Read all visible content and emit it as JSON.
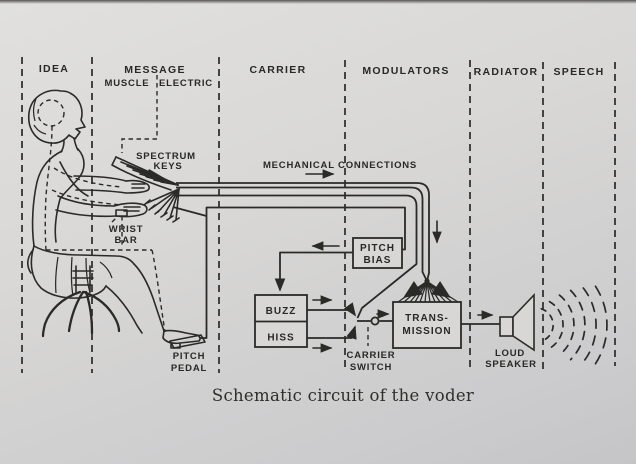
{
  "colors": {
    "paper": "#d9d8d6",
    "paper_dark": "#c6c6c8",
    "ink": "#2a2a27"
  },
  "sections": {
    "labels": [
      "IDEA",
      "MESSAGE",
      "CARRIER",
      "MODULATORS",
      "RADIATOR",
      "SPEECH"
    ],
    "message_sub_left": "MUSCLE",
    "message_sub_right": "ELECTRIC"
  },
  "labels": {
    "spectrum_keys_1": "SPECTRUM",
    "spectrum_keys_2": "KEYS",
    "mechanical_connections": "MECHANICAL CONNECTIONS",
    "wrist_bar_1": "WRIST",
    "wrist_bar_2": "BAR",
    "pitch_pedal_1": "PITCH",
    "pitch_pedal_2": "PEDAL",
    "pitch_bias_1": "PITCH",
    "pitch_bias_2": "BIAS",
    "buzz": "BUZZ",
    "hiss": "HISS",
    "carrier_switch_1": "CARRIER",
    "carrier_switch_2": "SWITCH",
    "transmission_1": "TRANS-",
    "transmission_2": "MISSION",
    "loud_speaker_1": "LOUD",
    "loud_speaker_2": "SPEAKER"
  },
  "caption": "Schematic circuit of the voder"
}
